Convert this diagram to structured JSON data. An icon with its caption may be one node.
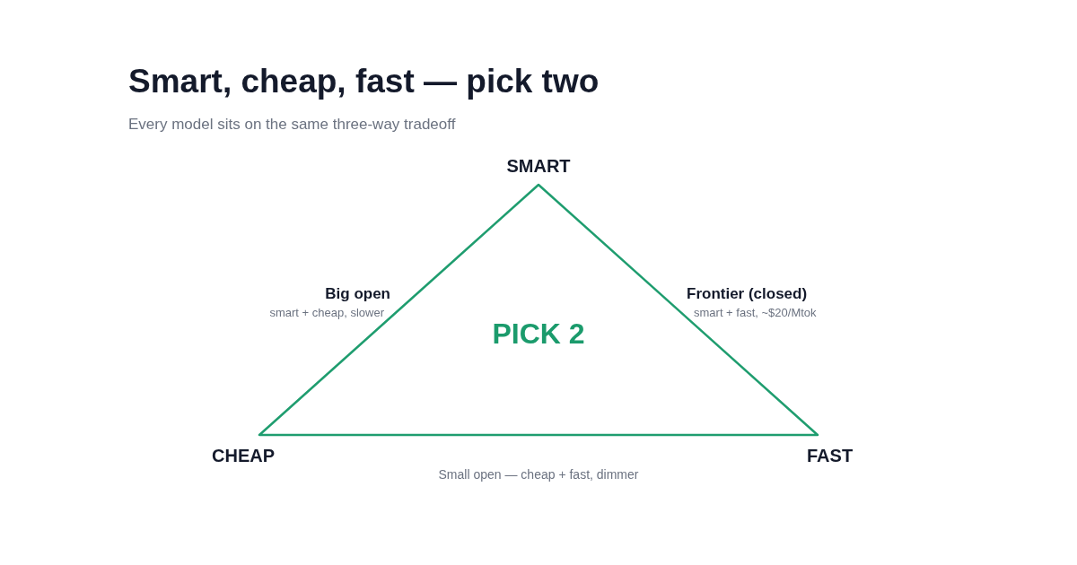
{
  "diagram": {
    "title": "Smart, cheap, fast — pick two",
    "caption": "Every model sits on the same three-way tradeoff",
    "nodes": [
      {
        "text": [
          "PICK 2"
        ]
      }
    ],
    "labels": [
      "SMART",
      "Big open",
      "smart + cheap, slower",
      "Frontier (closed)",
      "smart + fast, ~$20/Mtok",
      "CHEAP",
      "FAST",
      "Small open — cheap + fast, dimmer"
    ]
  }
}
